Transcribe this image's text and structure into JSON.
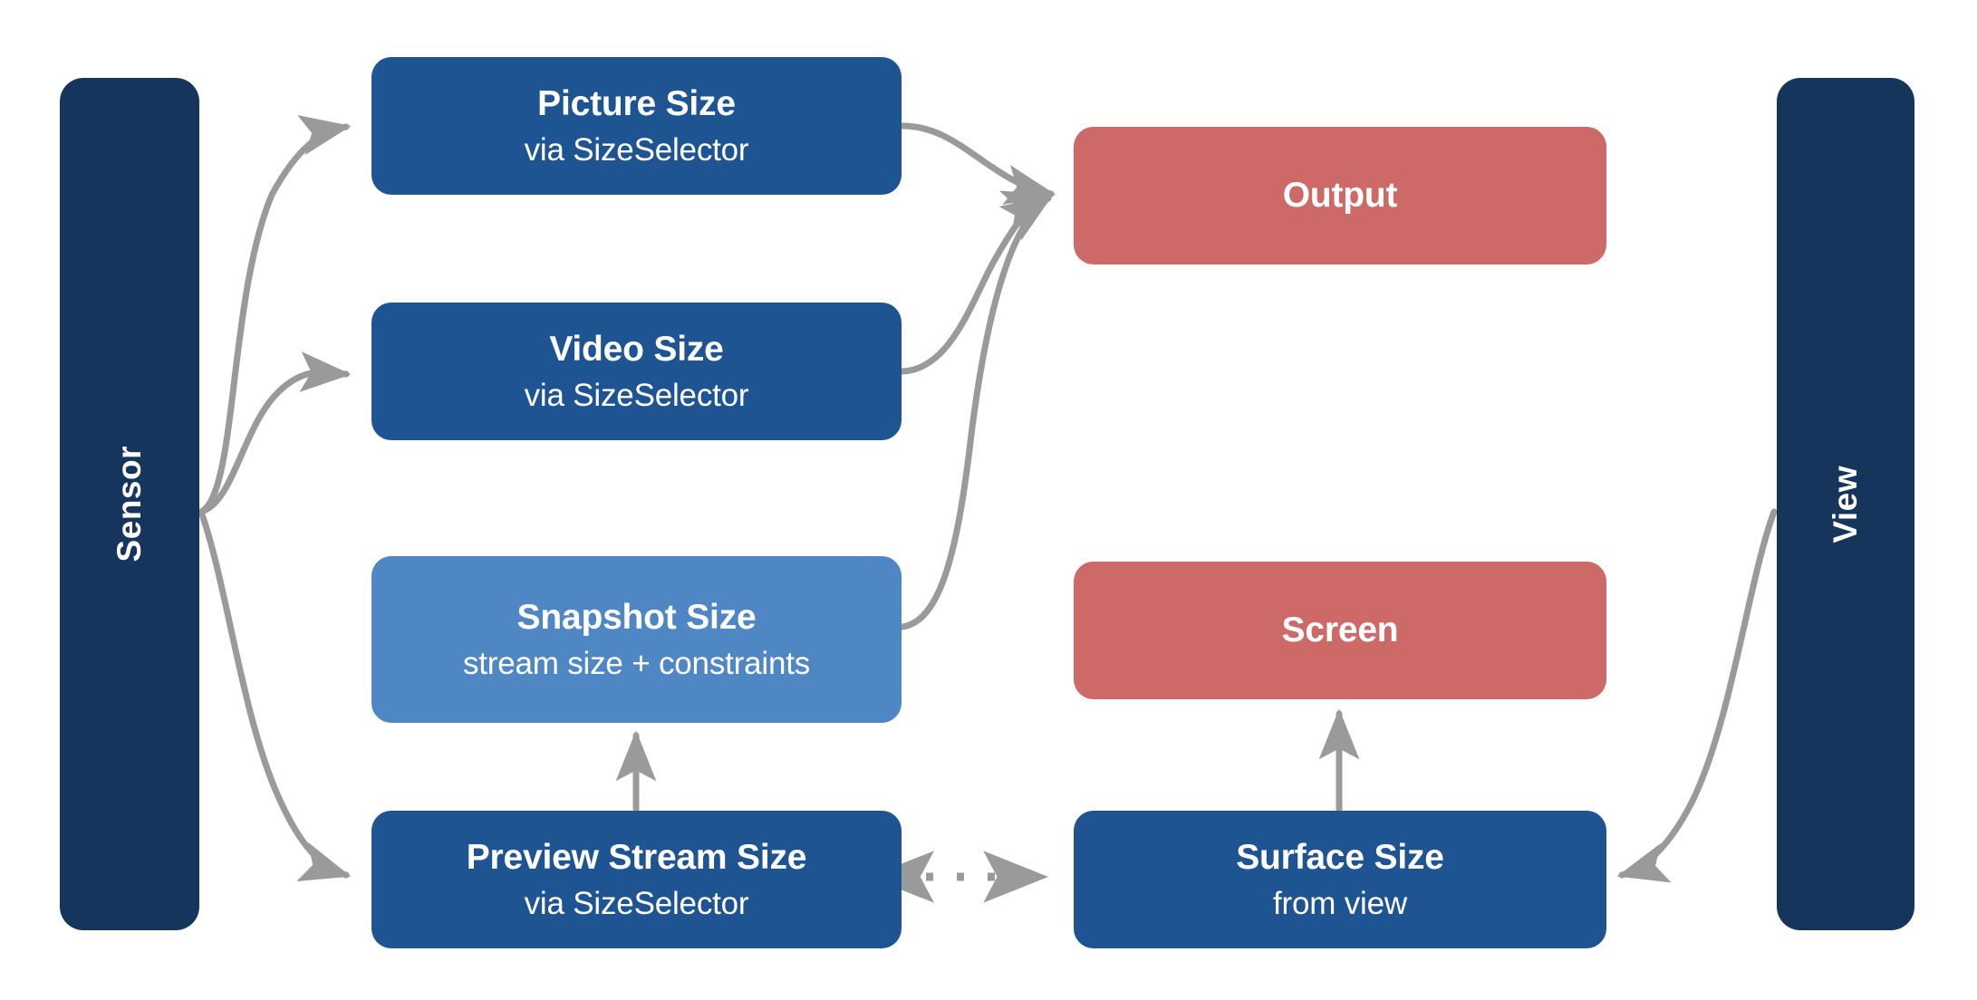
{
  "diagram": {
    "background": "#ffffff",
    "edge_color": "#9a9a9a",
    "colors": {
      "lane": "#16355C",
      "node_blue": "#1F5493",
      "node_blue_light": "#4E87C4",
      "node_red": "#CD6A68",
      "text": "#ffffff",
      "edge": "#9a9a9a"
    },
    "lanes": [
      {
        "id": "sensor",
        "label": "Sensor",
        "color": "#16355C"
      },
      {
        "id": "view",
        "label": "View",
        "color": "#16355C"
      }
    ],
    "nodes": [
      {
        "id": "picture",
        "title": "Picture Size",
        "subtitle": "via SizeSelector",
        "color": "#1F5493"
      },
      {
        "id": "video",
        "title": "Video Size",
        "subtitle": "via SizeSelector",
        "color": "#1F5493"
      },
      {
        "id": "snapshot",
        "title": "Snapshot Size",
        "subtitle": "stream size + constraints",
        "color": "#4E87C4"
      },
      {
        "id": "preview",
        "title": "Preview Stream Size",
        "subtitle": "via SizeSelector",
        "color": "#1F5493"
      },
      {
        "id": "output",
        "title": "Output",
        "subtitle": "",
        "color": "#CD6A68"
      },
      {
        "id": "screen",
        "title": "Screen",
        "subtitle": "",
        "color": "#CD6A68"
      },
      {
        "id": "surface",
        "title": "Surface Size",
        "subtitle": "from view",
        "color": "#1F5493"
      }
    ],
    "edges": [
      {
        "from": "sensor",
        "to": "picture",
        "style": "curved-arrow"
      },
      {
        "from": "sensor",
        "to": "video",
        "style": "curved-arrow"
      },
      {
        "from": "sensor",
        "to": "preview",
        "style": "curved-arrow"
      },
      {
        "from": "picture",
        "to": "output",
        "style": "curved-arrow"
      },
      {
        "from": "video",
        "to": "output",
        "style": "curved-arrow"
      },
      {
        "from": "snapshot",
        "to": "output",
        "style": "curved-arrow"
      },
      {
        "from": "preview",
        "to": "snapshot",
        "style": "straight-arrow"
      },
      {
        "from": "surface",
        "to": "screen",
        "style": "straight-arrow"
      },
      {
        "from": "view",
        "to": "surface",
        "style": "curved-arrow"
      },
      {
        "from": "preview",
        "to": "surface",
        "style": "dotted-bidirectional"
      }
    ]
  }
}
